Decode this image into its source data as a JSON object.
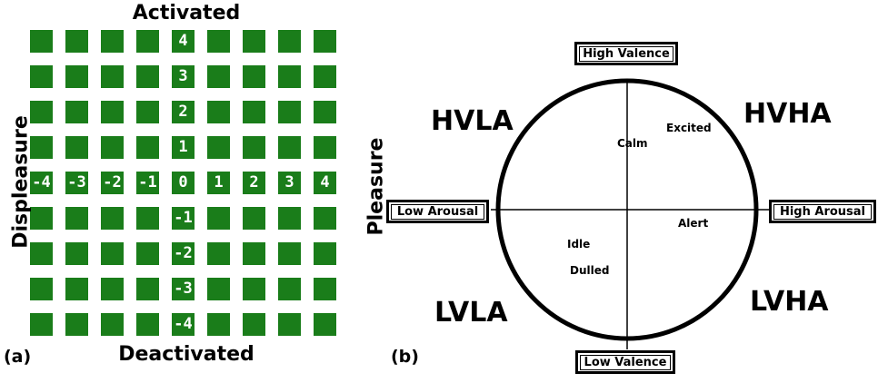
{
  "grid": {
    "title_top": "Activated",
    "title_bottom": "Deactivated",
    "label_left": "Displeasure",
    "label_right": "Pleasure",
    "vertical_labels": [
      "4",
      "3",
      "2",
      "1",
      "0",
      "-1",
      "-2",
      "-3",
      "-4"
    ],
    "horizontal_labels": [
      "-4",
      "-3",
      "-2",
      "-1",
      "0",
      "1",
      "2",
      "3",
      "4"
    ],
    "cell_color": "#1a7d1a"
  },
  "panel_a": {
    "label": "(a)"
  },
  "panel_b": {
    "label": "(b)"
  },
  "circumplex": {
    "high_valence": "High Valence",
    "low_valence": "Low Valence",
    "low_arousal": "Low Arousal",
    "high_arousal": "High Arousal",
    "quadrants": {
      "hvla": "HVLA",
      "hvha": "HVHA",
      "lvla": "LVLA",
      "lvha": "LVHA"
    },
    "emotions": {
      "calm": "Calm",
      "excited": "Excited",
      "alert": "Alert",
      "idle": "Idle",
      "dulled": "Dulled"
    }
  }
}
